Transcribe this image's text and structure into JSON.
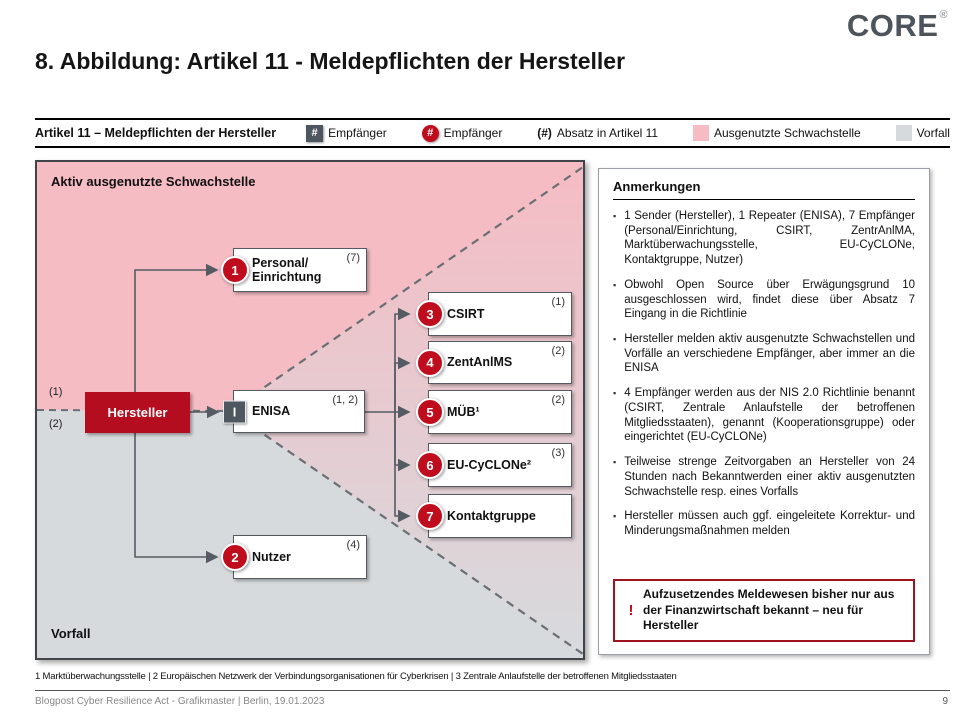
{
  "logo": {
    "text": "CORE",
    "registered": "®"
  },
  "title": "8. Abbildung: Artikel 11 - Meldepflichten der Hersteller",
  "legend": {
    "heading": "Artikel 11 – Meldepflichten der Hersteller",
    "items": [
      {
        "symbol": "#",
        "label": "Empfänger"
      },
      {
        "symbol": "#",
        "label": "Empfänger"
      },
      {
        "symbol": "(#)",
        "label": "Absatz in Artikel 11"
      },
      {
        "label": "Ausgenutzte Schwachstelle"
      },
      {
        "label": "Vorfall"
      }
    ]
  },
  "diagram": {
    "zone_top": "Aktiv ausgenutzte Schwachstelle",
    "zone_bottom": "Vorfall",
    "sender": {
      "label": "Hersteller",
      "out_top": "(1)",
      "out_bottom": "(2)"
    },
    "repeater": {
      "badge": "I",
      "label": "ENISA",
      "absatz": "(1, 2)"
    },
    "nodes": [
      {
        "num": "1",
        "label": "Personal/ Einrichtung",
        "absatz": "(7)"
      },
      {
        "num": "2",
        "label": "Nutzer",
        "absatz": "(4)"
      },
      {
        "num": "3",
        "label": "CSIRT",
        "absatz": "(1)"
      },
      {
        "num": "4",
        "label": "ZentAnlMS",
        "absatz": "(2)"
      },
      {
        "num": "5",
        "label": "MÜB¹",
        "absatz": "(2)"
      },
      {
        "num": "6",
        "label": "EU-CyCLONe²",
        "absatz": "(3)"
      },
      {
        "num": "7",
        "label": "Kontaktgruppe",
        "absatz": ""
      }
    ]
  },
  "annotations": {
    "title": "Anmerkungen",
    "bullets": [
      "1 Sender (Hersteller), 1 Repeater (ENISA), 7 Empfänger (Personal/Einrichtung, CSIRT, ZentrAnlMA, Marktüberwachungsstelle, EU-CyCLONe, Kontaktgruppe, Nutzer)",
      "Obwohl Open Source über Erwägungsgrund 10 ausgeschlossen wird, findet diese über Absatz 7 Eingang in die Richtlinie",
      "Hersteller melden aktiv ausgenutzte Schwachstellen und Vorfälle an verschiedene Empfänger, aber immer an die ENISA",
      "4 Empfänger werden aus der NIS 2.0 Richtlinie benannt (CSIRT, Zentrale Anlaufstelle der betroffenen Mitgliedsstaaten), genannt (Kooperationsgruppe) oder eingerichtet (EU-CyCLONe)",
      "Teilweise strenge Zeitvorgaben an Hersteller von 24 Stunden nach Bekanntwerden einer aktiv ausgenutzten Schwachstelle resp. eines Vorfalls",
      "Hersteller müssen auch ggf. eingeleitete Korrektur- und Minderungsmaßnahmen melden"
    ]
  },
  "callout": {
    "icon": "!",
    "text": "Aufzusetzendes Meldewesen bisher nur aus der Finanzwirtschaft bekannt – neu für Hersteller"
  },
  "footnote": "1 Marktüberwachungsstelle | 2 Europäischen Netzwerk der Verbindungsorganisationen für Cyberkrisen | 3 Zentrale Anlaufstelle der betroffenen Mitgliedsstaaten",
  "footer": {
    "left": "Blogpost Cyber Resilience Act - Grafikmaster | Berlin, 19.01.2023",
    "page": "9"
  },
  "colors": {
    "accent_red": "#c00d1d",
    "hersteller_red": "#b50d20",
    "pink_zone": "#f5bcc4",
    "gray_zone": "#d7dadd",
    "badge_gray": "#4e565f",
    "logo_gray": "#4d545c"
  }
}
